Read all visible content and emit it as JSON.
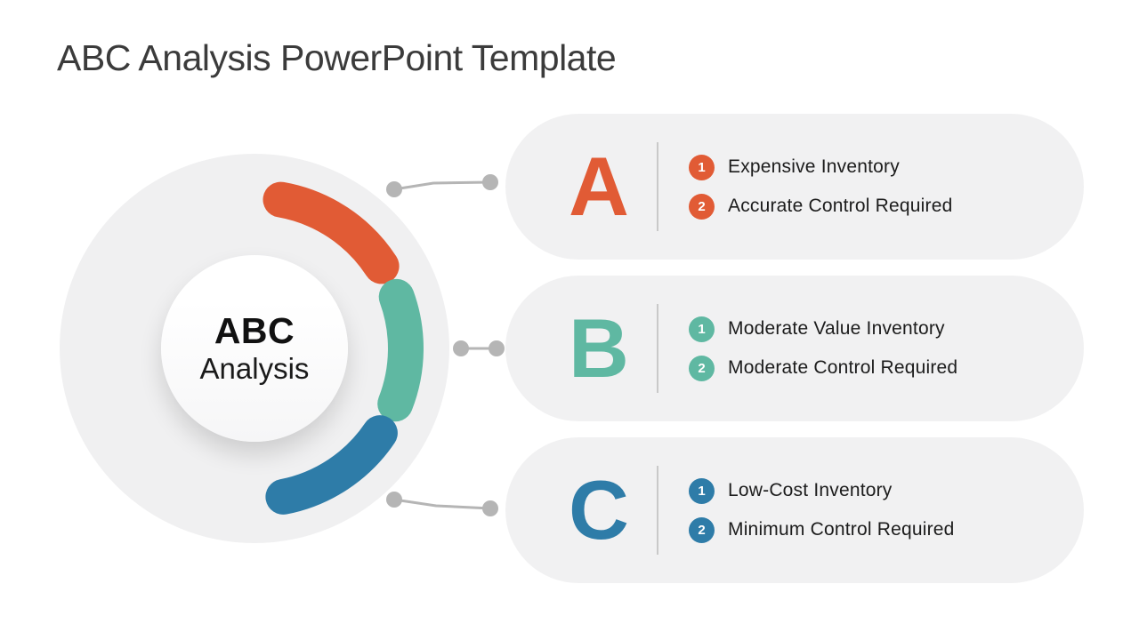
{
  "slide": {
    "title": "ABC Analysis PowerPoint Template"
  },
  "diagram": {
    "center_title": "ABC",
    "center_subtitle": "Analysis",
    "colors": {
      "orange": "#E15B35",
      "teal": "#5FB8A2",
      "blue": "#2E7CA8",
      "circle_bg": "#F0F0F1",
      "card_bg": "#F1F1F2",
      "connector": "#B5B5B5"
    }
  },
  "cards": [
    {
      "letter": "A",
      "color": "#E15B35",
      "items": [
        {
          "num": "1",
          "label": "Expensive Inventory"
        },
        {
          "num": "2",
          "label": "Accurate Control Required"
        }
      ]
    },
    {
      "letter": "B",
      "color": "#5FB8A2",
      "items": [
        {
          "num": "1",
          "label": "Moderate Value Inventory"
        },
        {
          "num": "2",
          "label": "Moderate Control Required"
        }
      ]
    },
    {
      "letter": "C",
      "color": "#2E7CA8",
      "items": [
        {
          "num": "1",
          "label": "Low-Cost Inventory"
        },
        {
          "num": "2",
          "label": "Minimum Control Required"
        }
      ]
    }
  ]
}
